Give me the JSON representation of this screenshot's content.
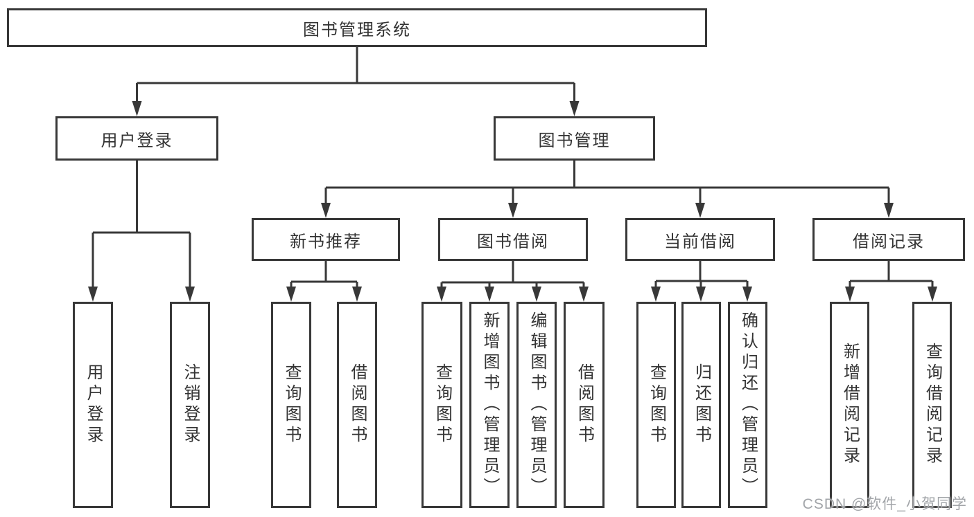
{
  "diagram": {
    "title_node": {
      "label": "图书管理系统"
    },
    "level2": [
      {
        "label": "用户登录",
        "parent": "图书管理系统"
      },
      {
        "label": "图书管理",
        "parent": "图书管理系统"
      }
    ],
    "level3": [
      {
        "label": "新书推荐",
        "parent": "图书管理"
      },
      {
        "label": "图书借阅",
        "parent": "图书管理"
      },
      {
        "label": "当前借阅",
        "parent": "图书管理"
      },
      {
        "label": "借阅记录",
        "parent": "图书管理"
      }
    ],
    "leaves": [
      {
        "label": "用户登录",
        "parent": "用户登录"
      },
      {
        "label": "注销登录",
        "parent": "用户登录"
      },
      {
        "label": "查询图书",
        "parent": "新书推荐"
      },
      {
        "label": "借阅图书",
        "parent": "新书推荐"
      },
      {
        "label": "查询图书",
        "parent": "图书借阅"
      },
      {
        "label": "新增图书（管理员）",
        "parent": "图书借阅"
      },
      {
        "label": "编辑图书（管理员）",
        "parent": "图书借阅"
      },
      {
        "label": "借阅图书",
        "parent": "图书借阅"
      },
      {
        "label": "查询图书",
        "parent": "当前借阅"
      },
      {
        "label": "归还图书",
        "parent": "当前借阅"
      },
      {
        "label": "确认归还（管理员）",
        "parent": "当前借阅"
      },
      {
        "label": "新增借阅记录",
        "parent": "借阅记录"
      },
      {
        "label": "查询借阅记录",
        "parent": "借阅记录"
      }
    ]
  },
  "watermark": {
    "text": "CSDN @软件_小贺同学"
  },
  "colors": {
    "line": "#383838",
    "text": "#333333",
    "box_fill": "#ffffff",
    "watermark": "#a2a5a9",
    "background": "#ffffff"
  }
}
